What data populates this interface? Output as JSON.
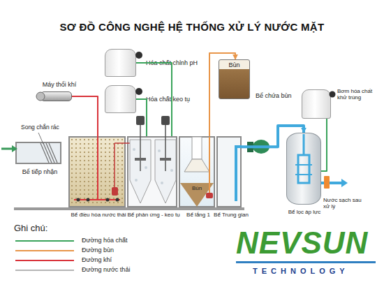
{
  "diagram": {
    "title": "SƠ ĐỒ CÔNG NGHỆ HỆ THỐNG XỬ LÝ NƯỚC MẶT",
    "nodes": [
      {
        "text": [
          "Máy thổi khí"
        ]
      },
      {
        "text": [
          "Hóa chất chỉnh pH"
        ]
      },
      {
        "text": [
          "Hóa chất keo tụ"
        ]
      },
      {
        "text": [
          "Bùn",
          "Bể chứa bùn"
        ]
      },
      {
        "text": [
          "Bơm hóa chất khử trùng"
        ]
      },
      {
        "text": [
          "Bể tiếp nhận"
        ]
      },
      {
        "text": [
          "Bể điều hòa nước thải"
        ]
      },
      {
        "text": [
          "Bể phản ứng - keo tụ"
        ]
      },
      {
        "text": [
          "Bùn",
          "Bể lắng 1"
        ]
      },
      {
        "text": [
          "Bể Trung gian"
        ]
      },
      {
        "text": [
          "Bể lọc áp lực"
        ]
      }
    ],
    "edges": [
      {
        "from": 0,
        "to": 6,
        "arrow": "none"
      },
      {
        "from": 1,
        "to": 7,
        "arrow": "none"
      },
      {
        "from": 2,
        "to": 7,
        "arrow": "none"
      },
      {
        "from": 8,
        "to": 3,
        "arrow": "to"
      },
      {
        "from": 4,
        "to": 10,
        "arrow": "none"
      },
      {
        "from": 9,
        "to": 10,
        "arrow": "to"
      }
    ],
    "labels": [
      "Song chắn rác",
      "Nước sạch sau xử lý",
      "Ghi chú:",
      "NEVSUN",
      "TECHNOLOGY"
    ],
    "legend": [
      {
        "text": "Đường hóa chất"
      },
      {
        "text": "Đường bùn"
      },
      {
        "text": "Đường khí"
      },
      {
        "text": "Đường nước thải"
      }
    ]
  }
}
